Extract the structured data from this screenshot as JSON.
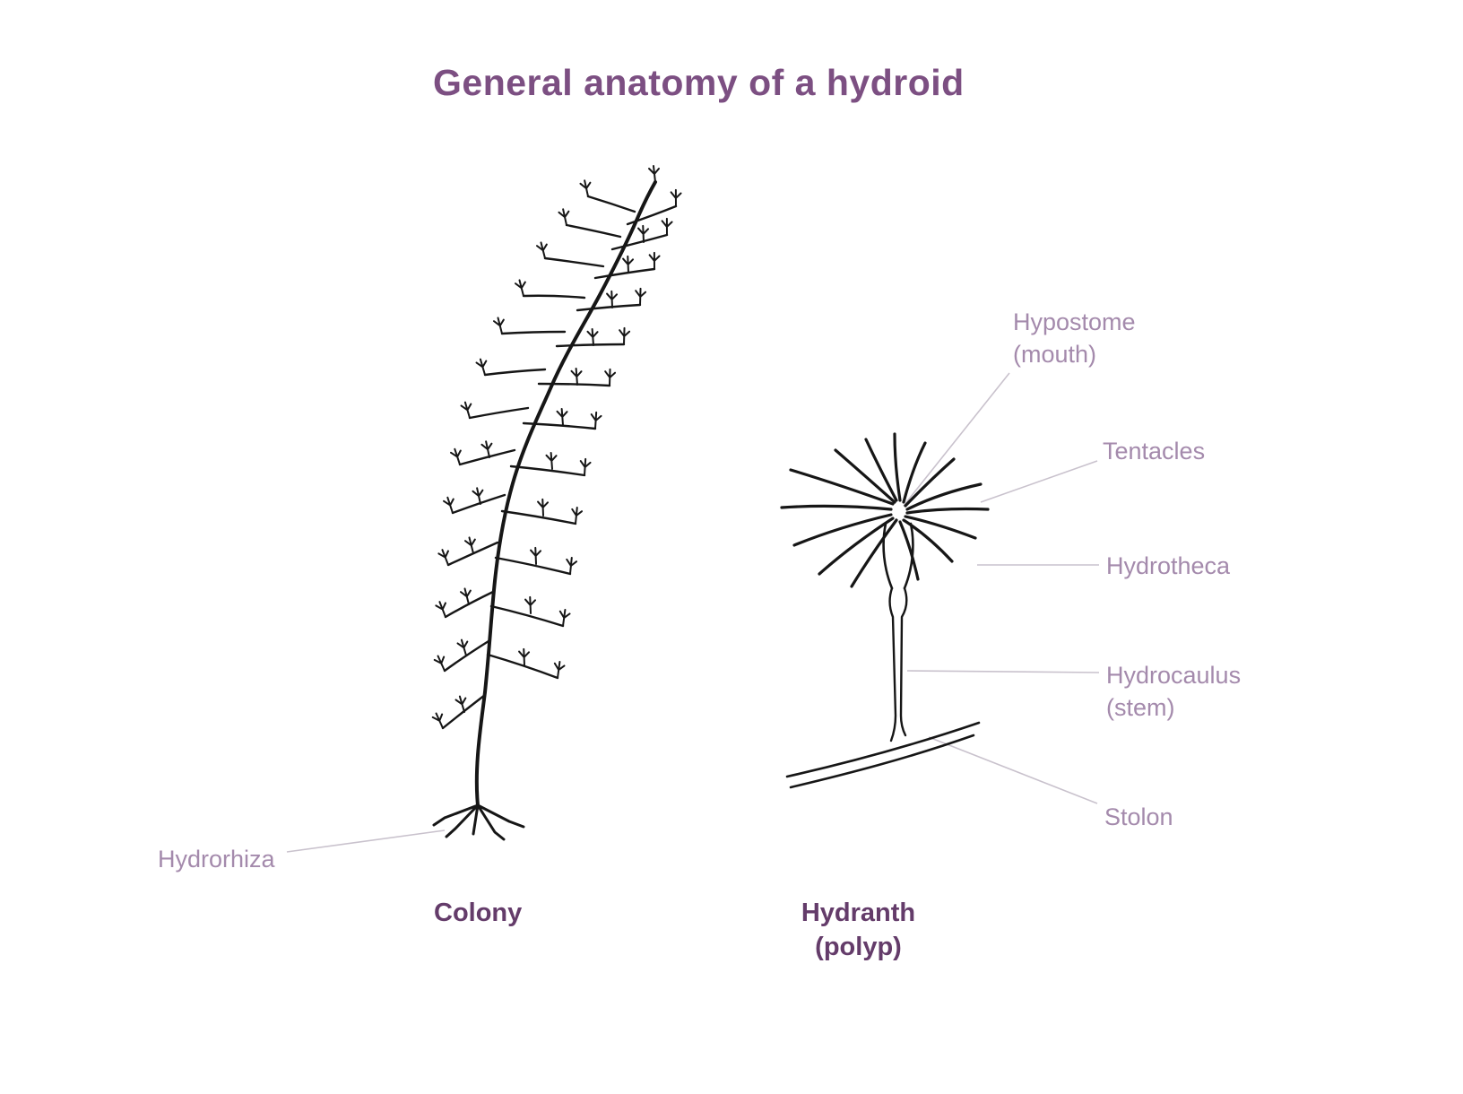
{
  "title": "General anatomy of a hydroid",
  "labels": {
    "hydrorhiza": "Hydrorhiza",
    "hypostome_line1": "Hypostome",
    "hypostome_line2": "(mouth)",
    "tentacles": "Tentacles",
    "hydrotheca": "Hydrotheca",
    "hydrocaulus_line1": "Hydrocaulus",
    "hydrocaulus_line2": "(stem)",
    "stolon": "Stolon"
  },
  "captions": {
    "colony": "Colony",
    "hydranth_line1": "Hydranth",
    "hydranth_line2": "(polyp)"
  },
  "colors": {
    "title": "#7c4f82",
    "label": "#a48aac",
    "caption": "#643c6a",
    "line_art": "#161616",
    "leader_line": "#c9c2cd",
    "background": "#ffffff"
  }
}
